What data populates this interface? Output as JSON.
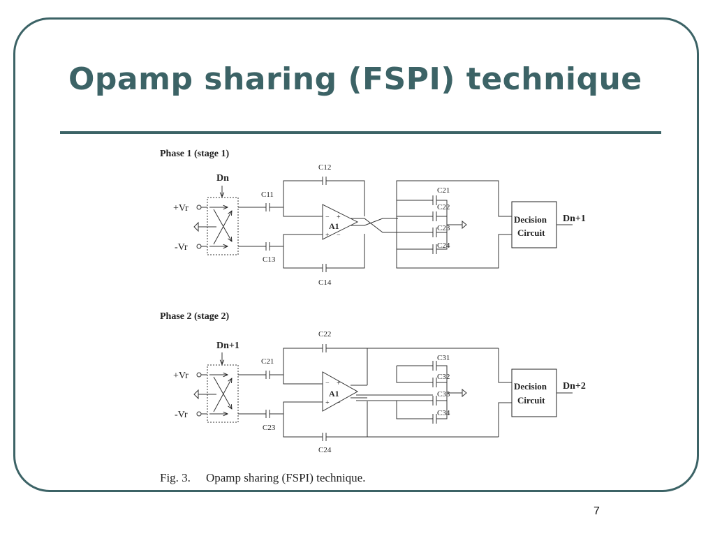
{
  "slide": {
    "title": "Opamp sharing (FSPI) technique",
    "page_number": "7"
  },
  "figure": {
    "caption_label": "Fig. 3.",
    "caption_text": "Opamp sharing (FSPI) technique.",
    "phase1": {
      "heading": "Phase 1 (stage 1)",
      "switch_control": "Dn",
      "input_pos": "+Vr",
      "input_neg": "-Vr",
      "cap_in_top": "C11",
      "cap_in_bottom": "C13",
      "cap_fb_top": "C12",
      "cap_fb_bottom": "C14",
      "opamp": "A1",
      "caps_out": [
        "C21",
        "C22",
        "C23",
        "C24"
      ],
      "decision_line1": "Decision",
      "decision_line2": "Circuit",
      "output": "Dn+1"
    },
    "phase2": {
      "heading": "Phase 2 (stage 2)",
      "switch_control": "Dn+1",
      "input_pos": "+Vr",
      "input_neg": "-Vr",
      "cap_in_top": "C21",
      "cap_in_bottom": "C23",
      "cap_fb_top": "C22",
      "cap_fb_bottom": "C24",
      "opamp": "A1",
      "caps_out": [
        "C31",
        "C32",
        "C33",
        "C34"
      ],
      "decision_line1": "Decision",
      "decision_line2": "Circuit",
      "output": "Dn+2"
    }
  }
}
